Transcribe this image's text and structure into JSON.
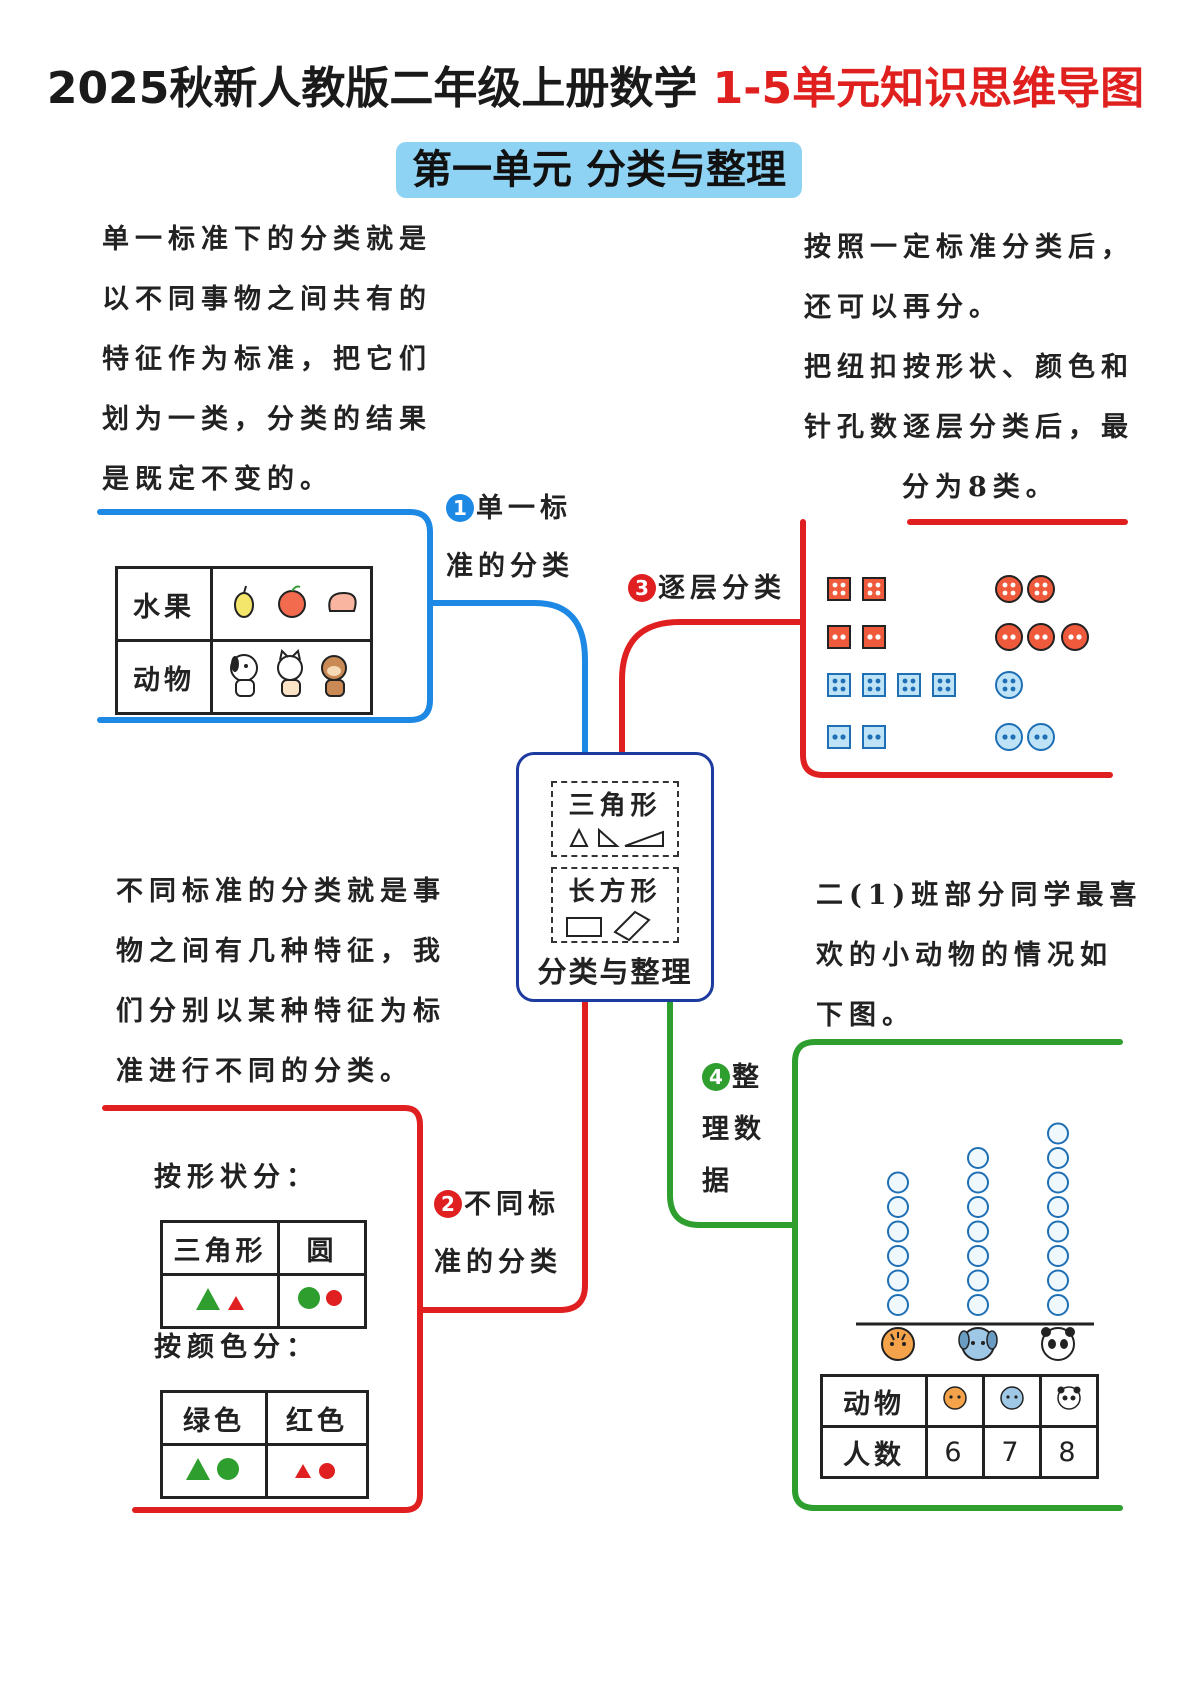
{
  "title": {
    "main": "2025秋新人教版二年级上册数学 ",
    "highlight": "1-5单元知识思维导图"
  },
  "unit_banner": "第一单元 分类与整理",
  "center": {
    "title": "分类与整理",
    "box1_label": "三角形",
    "box2_label": "长方形"
  },
  "branches": [
    {
      "num": "1",
      "label_line1": "单一标",
      "label_line2": "准的分类",
      "color": "#1e88e5"
    },
    {
      "num": "2",
      "label_line1": "不同标",
      "label_line2": "准的分类",
      "color": "#e02020"
    },
    {
      "num": "3",
      "label": "逐层分类",
      "color": "#e02020"
    },
    {
      "num": "4",
      "label_line1": "整",
      "label_line2": "理数",
      "label_line3": "据",
      "color": "#2e9e2e"
    }
  ],
  "top_left_text": [
    "单一标准下的分类就是",
    "以不同事物之间共有的",
    "特征作为标准，把它们",
    "划为一类，分类的结果",
    "是既定不变的。"
  ],
  "top_right_text": [
    "按照一定标准分类后，",
    "还可以再分。",
    "把纽扣按形状、颜色和",
    "针孔数逐层分类后，最",
    "分为8类。"
  ],
  "bottom_left_text": [
    "不同标准的分类就是事",
    "物之间有几种特征，我",
    "们分别以某种特征为标",
    "准进行不同的分类。"
  ],
  "bottom_right_text": [
    "二(1)班部分同学最喜",
    "欢的小动物的情况如",
    "下图。"
  ],
  "fruit_table": {
    "row1_label": "水果",
    "row2_label": "动物"
  },
  "shape_section": {
    "label": "按形状分：",
    "headers": [
      "三角形",
      "圆"
    ]
  },
  "color_section": {
    "label": "按颜色分：",
    "headers": [
      "绿色",
      "红色"
    ]
  },
  "animal_table": {
    "row1_label": "动物",
    "row2_label": "人数",
    "counts": [
      "6",
      "7",
      "8"
    ]
  },
  "colors": {
    "blue": "#1e88e5",
    "red": "#e02020",
    "green": "#2e9e2e",
    "banner": "#8fd3f4",
    "button_blue": "#bfe3f6",
    "button_red": "#f05a3c"
  }
}
